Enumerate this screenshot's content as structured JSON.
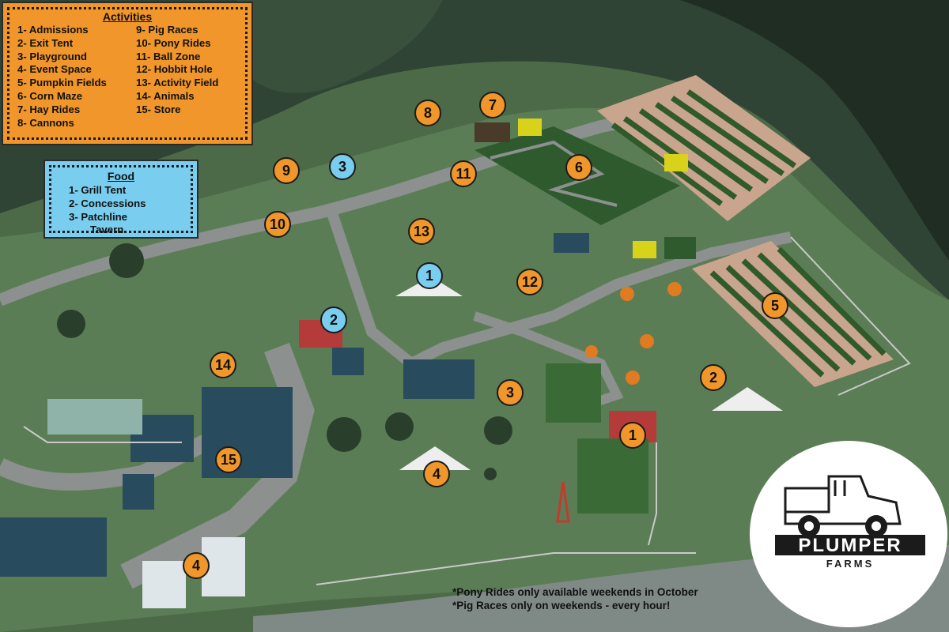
{
  "legend_activities": {
    "title": "Activities",
    "col1": [
      "1- Admissions",
      "2- Exit Tent",
      "3- Playground",
      "4- Event Space",
      "5- Pumpkin Fields",
      "6- Corn Maze",
      "7- Hay Rides",
      "8- Cannons"
    ],
    "col2": [
      "9- Pig Races",
      "10- Pony Rides",
      "11- Ball Zone",
      "12- Hobbit Hole",
      "13- Activity Field",
      "14- Animals",
      "15- Store"
    ]
  },
  "legend_food": {
    "title": "Food",
    "items": [
      "1- Grill Tent",
      "2- Concessions",
      "3- Patchline",
      "Tavern"
    ]
  },
  "markers": {
    "activities": [
      "1",
      "2",
      "3",
      "4",
      "4",
      "5",
      "6",
      "7",
      "8",
      "9",
      "10",
      "11",
      "12",
      "13",
      "14",
      "15"
    ],
    "food": [
      "1",
      "2",
      "3"
    ]
  },
  "notes": [
    "*Pony Rides only available weekends in October",
    "*Pig Races only on weekends - every hour!"
  ],
  "logo": {
    "name": "PLUMPER",
    "sub": "FARMS"
  },
  "colors": {
    "activity_marker": "#f0962a",
    "food_marker": "#79cdee",
    "grass": "#5b7d55",
    "forest": "#24332a",
    "path": "#8c908e",
    "building": "#284b5e"
  }
}
